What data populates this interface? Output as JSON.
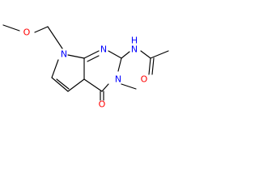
{
  "molecule": {
    "atoms": {
      "O_methoxy": {
        "symbol": "O",
        "color": "#ff0000"
      },
      "N7": {
        "symbol": "N",
        "color": "#0000ff"
      },
      "N1": {
        "symbol": "N",
        "color": "#0000ff"
      },
      "N_amide": {
        "symbol": "N",
        "color": "#0000ff"
      },
      "H_amide": {
        "symbol": "H",
        "color": "#0000ff"
      },
      "O_amide": {
        "symbol": "O",
        "color": "#ff0000"
      },
      "N3": {
        "symbol": "N",
        "color": "#0000ff"
      },
      "O_keto": {
        "symbol": "O",
        "color": "#ff0000"
      }
    },
    "bond_color": "#000000"
  }
}
